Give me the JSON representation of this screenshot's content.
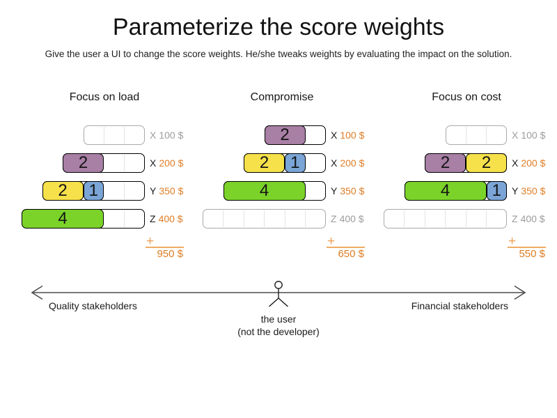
{
  "title": "Parameterize the score weights",
  "subtitle": "Give the user a UI to change the score weights. He/she tweaks weights by evaluating the impact on the solution.",
  "colors": {
    "purple": "#a87fa5",
    "yellow": "#f6e14b",
    "blue": "#7aa5d6",
    "green": "#7bd32a",
    "amount_orange": "#e07d26",
    "sum_orange": "#efa057",
    "inactive_grey": "#9c9c9c"
  },
  "scenarios": [
    {
      "title": "Focus on load",
      "rows": [
        {
          "constraint": "X",
          "weight": "100 $",
          "capacity_units": 3,
          "blocks": []
        },
        {
          "constraint": "X",
          "weight": "200 $",
          "capacity_units": 4,
          "blocks": [
            {
              "value": 2,
              "color_key": "purple"
            }
          ]
        },
        {
          "constraint": "Y",
          "weight": "350 $",
          "capacity_units": 5,
          "blocks": [
            {
              "value": 2,
              "color_key": "yellow"
            },
            {
              "value": 1,
              "color_key": "blue"
            }
          ]
        },
        {
          "constraint": "Z",
          "weight": "400 $",
          "capacity_units": 6,
          "blocks": [
            {
              "value": 4,
              "color_key": "green"
            }
          ]
        }
      ],
      "plus_sign": "+",
      "total": "950 $"
    },
    {
      "title": "Compromise",
      "rows": [
        {
          "constraint": "X",
          "weight": "100 $",
          "capacity_units": 3,
          "blocks": [
            {
              "value": 2,
              "color_key": "purple"
            }
          ]
        },
        {
          "constraint": "X",
          "weight": "200 $",
          "capacity_units": 4,
          "blocks": [
            {
              "value": 2,
              "color_key": "yellow"
            },
            {
              "value": 1,
              "color_key": "blue"
            }
          ]
        },
        {
          "constraint": "Y",
          "weight": "350 $",
          "capacity_units": 5,
          "blocks": [
            {
              "value": 4,
              "color_key": "green"
            }
          ]
        },
        {
          "constraint": "Z",
          "weight": "400 $",
          "capacity_units": 6,
          "blocks": []
        }
      ],
      "plus_sign": "+",
      "total": "650 $"
    },
    {
      "title": "Focus on cost",
      "rows": [
        {
          "constraint": "X",
          "weight": "100 $",
          "capacity_units": 3,
          "blocks": []
        },
        {
          "constraint": "X",
          "weight": "200 $",
          "capacity_units": 4,
          "blocks": [
            {
              "value": 2,
              "color_key": "purple"
            },
            {
              "value": 2,
              "color_key": "yellow"
            }
          ]
        },
        {
          "constraint": "Y",
          "weight": "350 $",
          "capacity_units": 5,
          "blocks": [
            {
              "value": 4,
              "color_key": "green"
            },
            {
              "value": 1,
              "color_key": "blue"
            }
          ]
        },
        {
          "constraint": "Z",
          "weight": "400 $",
          "capacity_units": 6,
          "blocks": []
        }
      ],
      "plus_sign": "+",
      "total": "550 $"
    }
  ],
  "footer": {
    "left_label": "Quality stakeholders",
    "right_label": "Financial stakeholders",
    "center_label_line1": "the user",
    "center_label_line2": "(not the developer)"
  }
}
